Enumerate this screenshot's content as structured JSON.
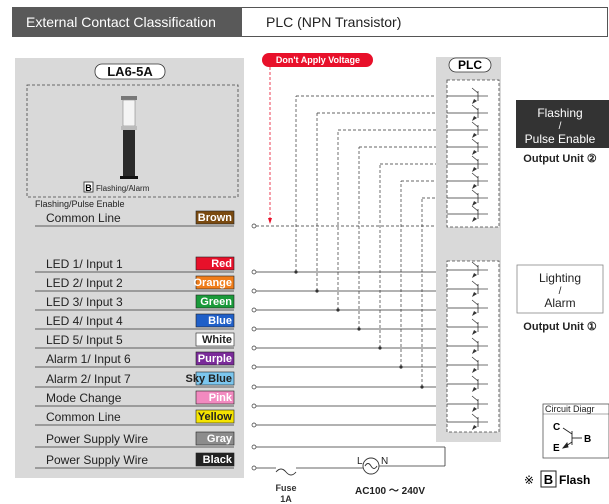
{
  "header": {
    "classification_label": "External Contact Classification",
    "classification_value": "PLC (NPN Transistor)"
  },
  "left_panel": {
    "title": "LA6-5A",
    "b_box": "B",
    "b_label": "Flashing/Alarm",
    "flash_label": "Flashing/Pulse Enable"
  },
  "wires": [
    {
      "label": "Common Line",
      "color_name": "Brown",
      "swatch": "#7a4a10",
      "text_color": "#ffffff"
    },
    {
      "label": "LED 1/ Input 1",
      "color_name": "Red",
      "swatch": "#e8102a",
      "text_color": "#ffffff"
    },
    {
      "label": "LED 2/ Input 2",
      "color_name": "Orange",
      "swatch": "#f07d1a",
      "text_color": "#ffffff"
    },
    {
      "label": "LED 3/ Input 3",
      "color_name": "Green",
      "swatch": "#1a9a3a",
      "text_color": "#ffffff"
    },
    {
      "label": "LED 4/ Input 4",
      "color_name": "Blue",
      "swatch": "#1f5fc8",
      "text_color": "#ffffff"
    },
    {
      "label": "LED 5/ Input 5",
      "color_name": "White",
      "swatch": "#ffffff",
      "text_color": "#222222"
    },
    {
      "label": "Alarm 1/ Input 6",
      "color_name": "Purple",
      "swatch": "#7a2a9a",
      "text_color": "#ffffff"
    },
    {
      "label": "Alarm 2/ Input 7",
      "color_name": "Sky Blue",
      "swatch": "#7cc6ee",
      "text_color": "#222222"
    },
    {
      "label": "Mode Change",
      "color_name": "Pink",
      "swatch": "#f28ac0",
      "text_color": "#ffffff"
    },
    {
      "label": "Common Line",
      "color_name": "Yellow",
      "swatch": "#f5e400",
      "text_color": "#222222"
    },
    {
      "label": "Power Supply Wire",
      "color_name": "Gray",
      "swatch": "#8c8c8c",
      "text_color": "#ffffff"
    },
    {
      "label": "Power Supply Wire",
      "color_name": "Black",
      "swatch": "#222222",
      "text_color": "#ffffff"
    }
  ],
  "warning": "Don't Apply Voltage",
  "plc_title": "PLC",
  "output_unit_2": {
    "line1": "Flashing",
    "slash": "/",
    "line2": "Pulse Enable",
    "caption": "Output Unit ②"
  },
  "output_unit_1": {
    "line1": "Lighting",
    "slash": "/",
    "line2": "Alarm",
    "caption": "Output Unit ①"
  },
  "circuit": {
    "title": "Circuit Diagr",
    "c": "C",
    "b": "B",
    "e": "E"
  },
  "note": {
    "mark": "※",
    "box": "B",
    "text": "Flash"
  },
  "fuse": {
    "label": "Fuse",
    "value": "1A"
  },
  "ac": {
    "l": "L",
    "n": "N",
    "label": "AC100 ～ 240V"
  },
  "colors": {
    "panel": "#d9d9d9",
    "header_dark": "#595959",
    "warning": "#e8102a"
  }
}
